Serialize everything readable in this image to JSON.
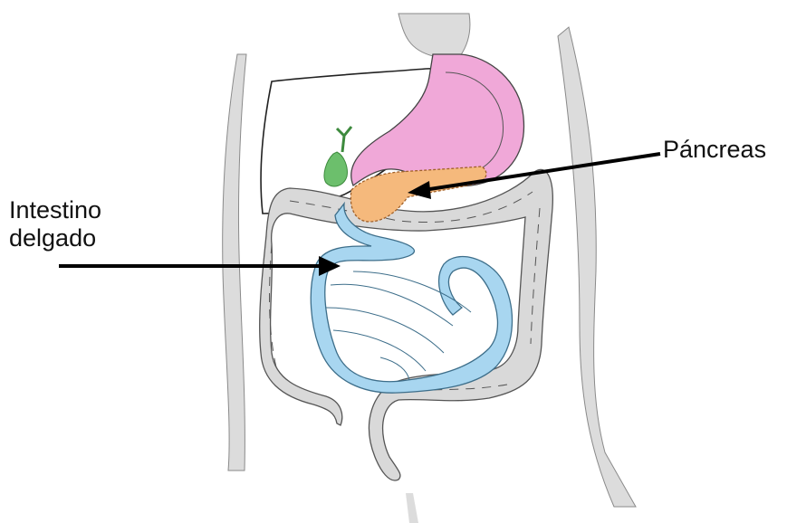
{
  "labels": {
    "pancreas": "Páncreas",
    "small_intestine_line1": "Intestino",
    "small_intestine_line2": "delgado"
  },
  "colors": {
    "body_skin": "#dcdcdc",
    "stomach": "#f0a8d8",
    "pancreas": "#f5b97c",
    "small_intestine": "#a8d6f0",
    "gallbladder": "#6cbf6c",
    "large_intestine": "#d9d9d9",
    "liver_outline": "#222222",
    "arrow": "#000000"
  }
}
